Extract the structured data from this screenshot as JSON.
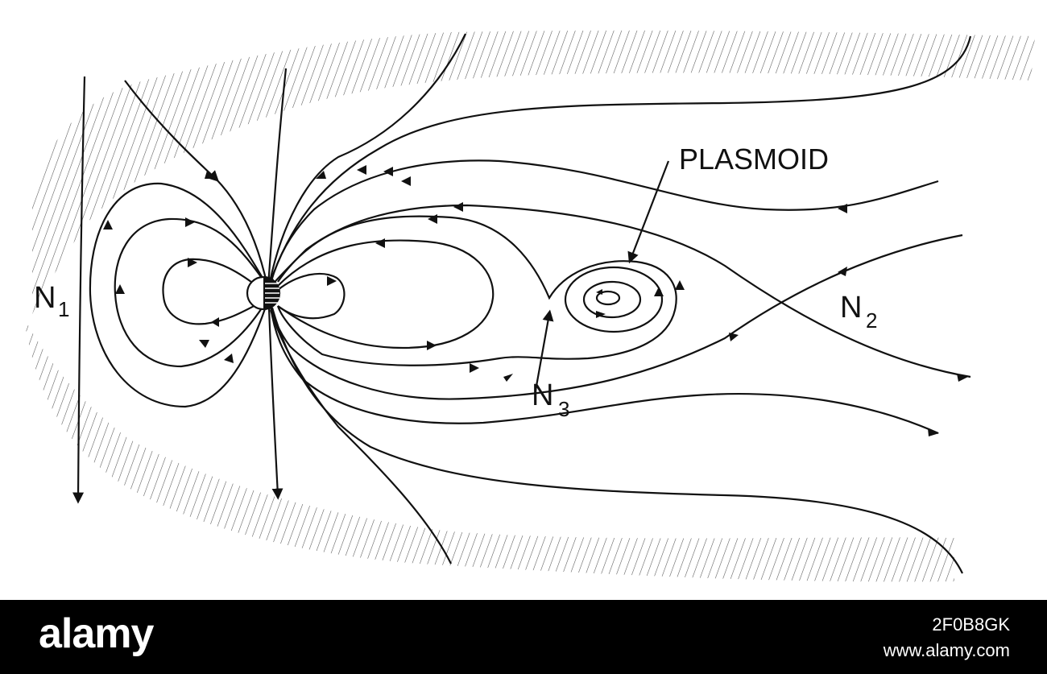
{
  "diagram": {
    "labels": {
      "plasmoid": "PLASMOID",
      "n1_main": "N",
      "n1_sub": "1",
      "n2_main": "N",
      "n2_sub": "2",
      "n3_main": "N",
      "n3_sub": "3"
    },
    "colors": {
      "ink": "#111111",
      "hatch": "#555555",
      "background": "#ffffff"
    }
  },
  "footer": {
    "brand": "alamy",
    "image_id": "2F0B8GK",
    "site": "www.alamy.com",
    "background": "#000000"
  }
}
